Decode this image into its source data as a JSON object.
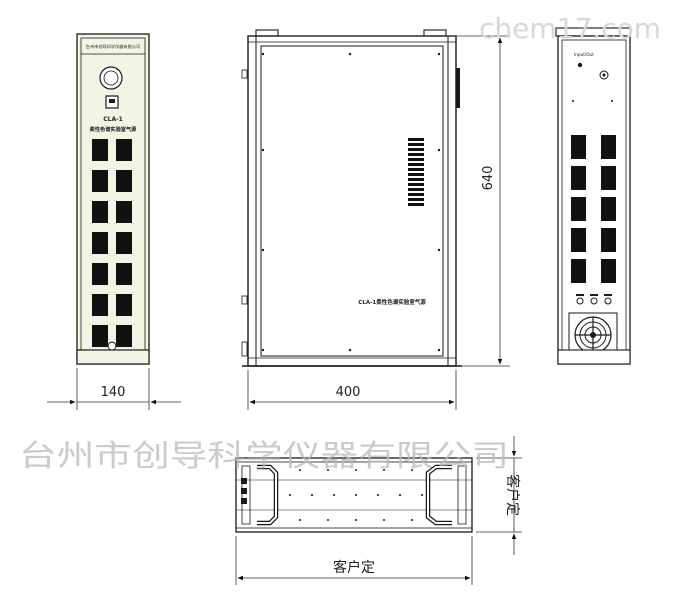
{
  "watermark": {
    "site": "chem17.com",
    "company": "台州市创导科学仪器有限公司"
  },
  "front_view": {
    "panel_header": "台州市创导科学仪器有限公司",
    "model": "CLA-1",
    "product_name": "柔性色谱实验室气源"
  },
  "side_view": {
    "product_label": "CLA-1柔性色谱实验室气源"
  },
  "rear_view": {
    "top_label": "Input/Out"
  },
  "dimensions": {
    "width_front": "140",
    "depth_side": "400",
    "height_side": "640",
    "bottom_width": "客户定",
    "bottom_depth": "客户定"
  },
  "colors": {
    "panel_fill": "#f4f4e4",
    "line": "#1a1a1a",
    "vent": "#111111"
  }
}
